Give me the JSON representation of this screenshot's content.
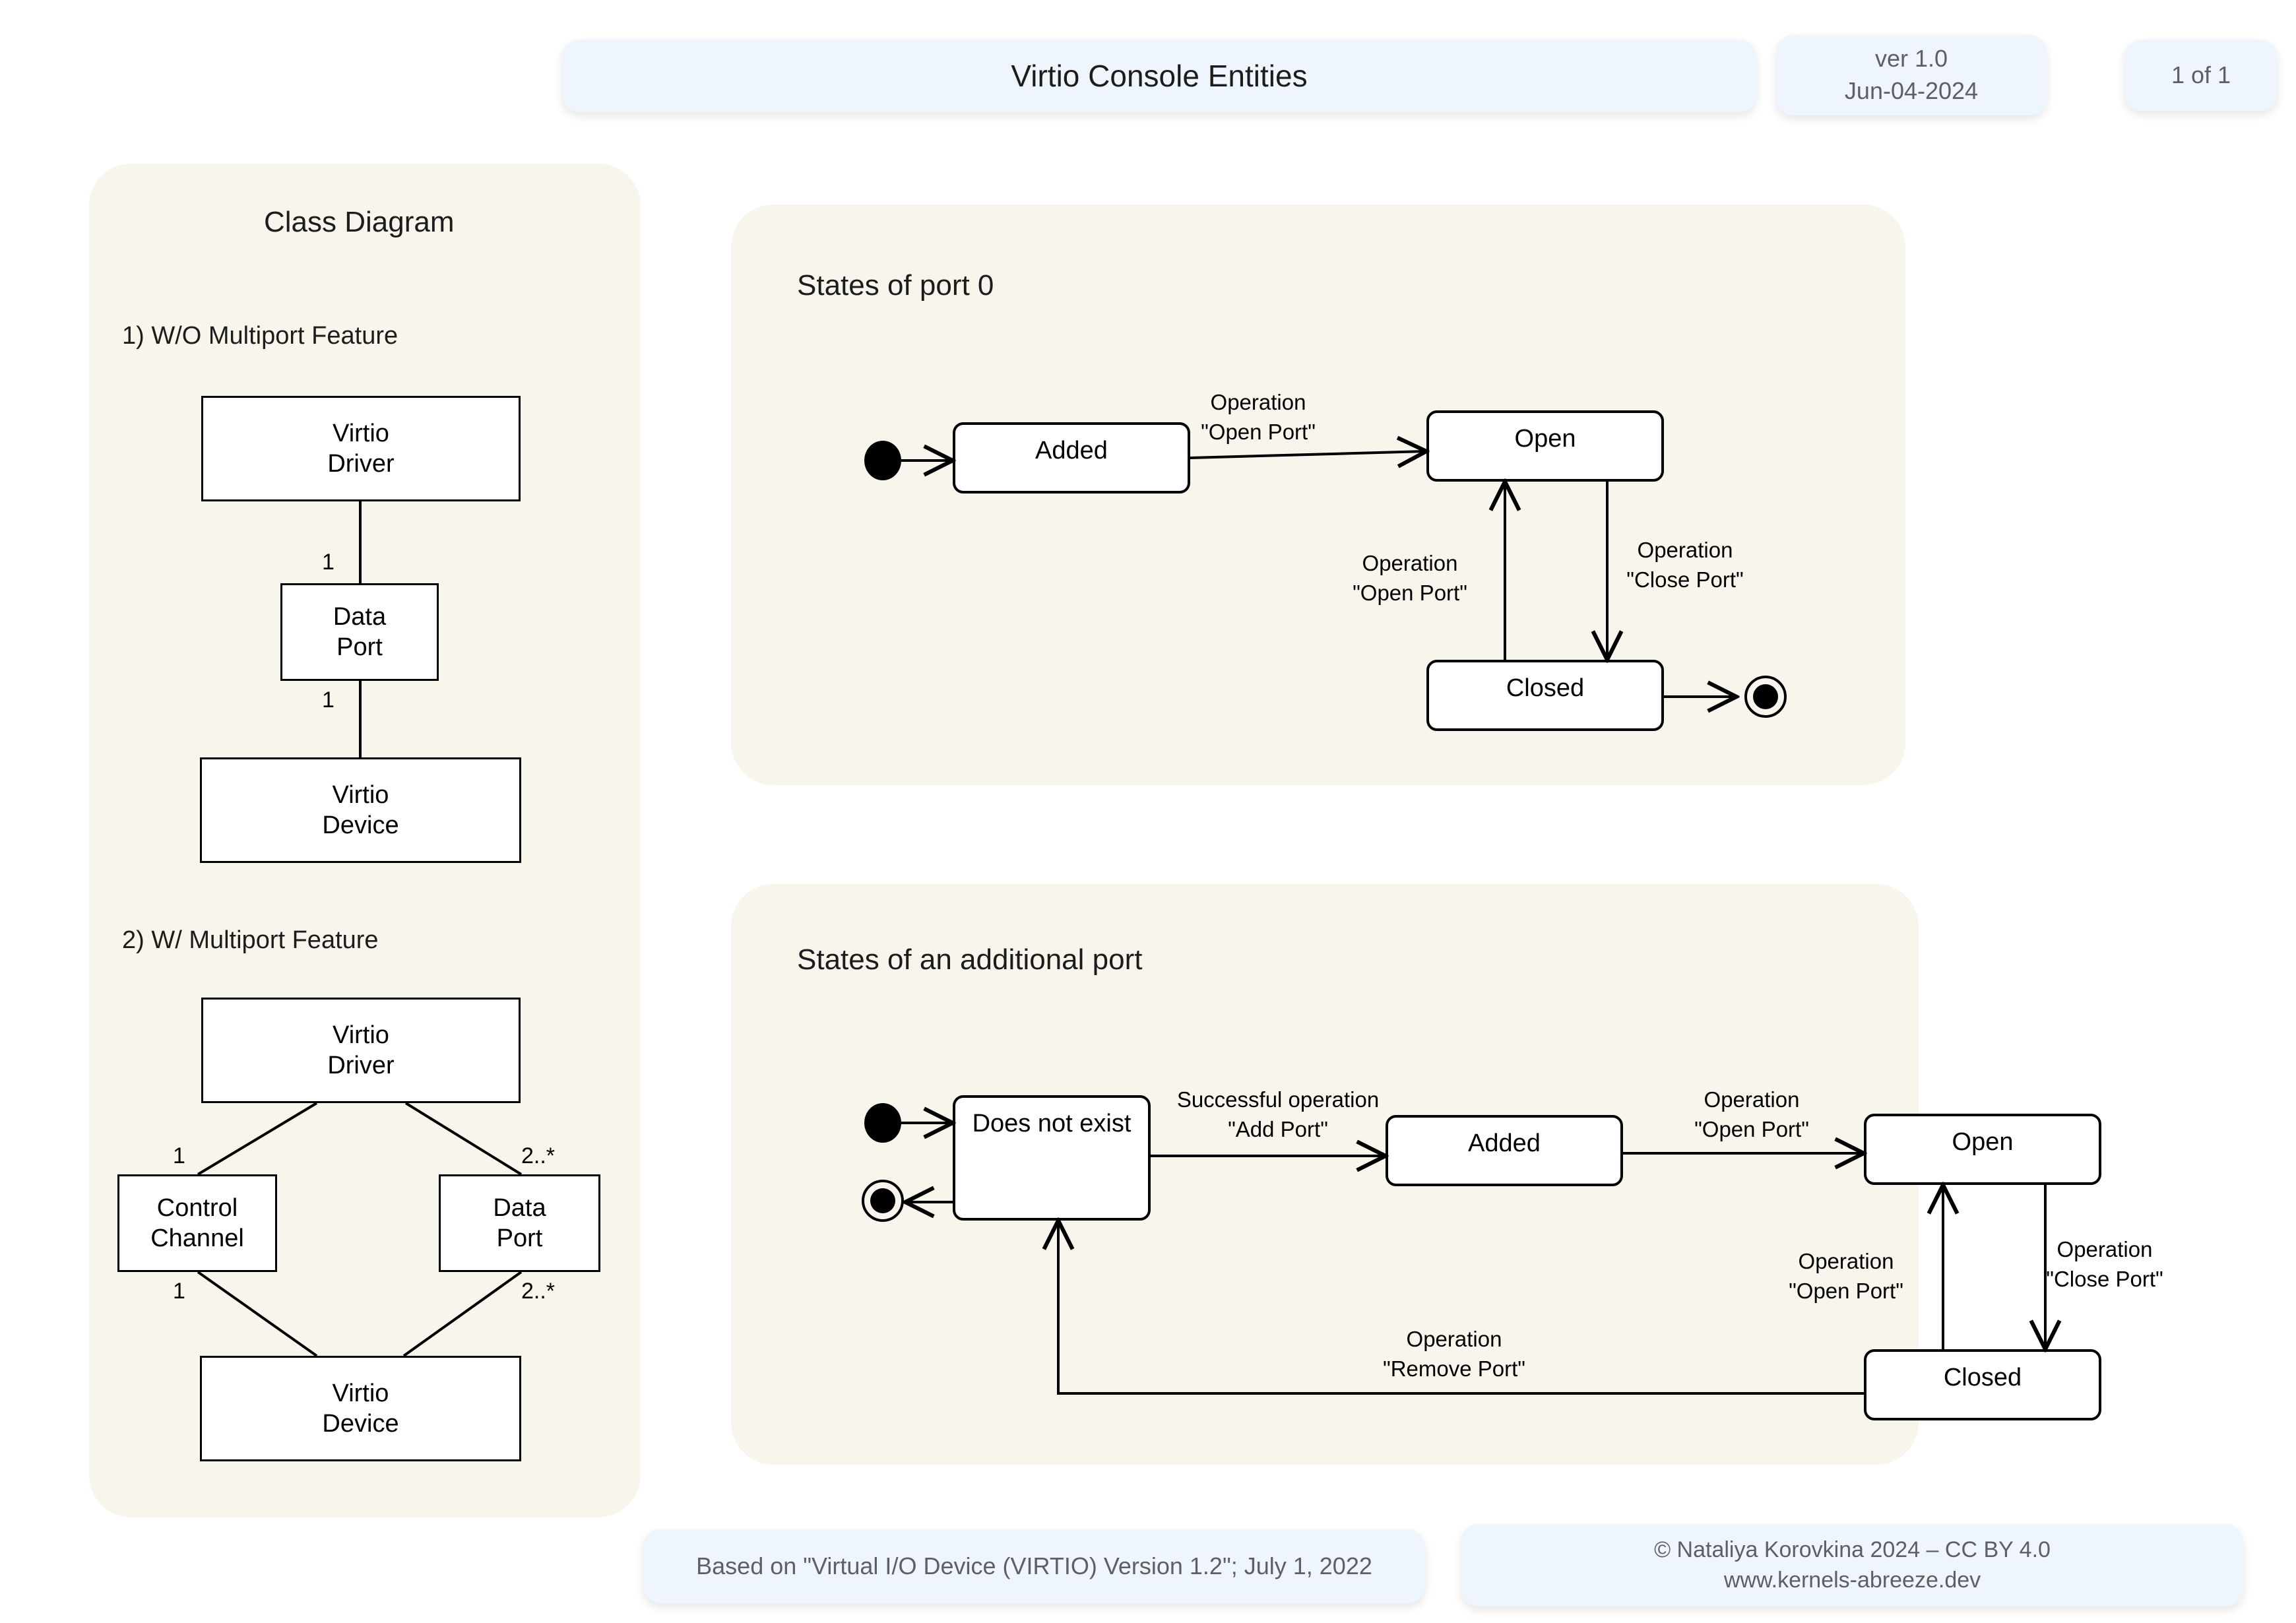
{
  "header": {
    "title": "Virtio Console Entities",
    "version_line1": "ver 1.0",
    "version_line2": "Jun-04-2024",
    "page_indicator": "1 of 1"
  },
  "footer": {
    "source": "Based on \"Virtual I/O Device (VIRTIO) Version 1.2\"; July 1, 2022",
    "copyright_line1": "© Nataliya Korovkina 2024 – CC BY 4.0",
    "copyright_line2": "www.kernels-abreeze.dev"
  },
  "class_panel": {
    "title": "Class Diagram",
    "section1": {
      "label": "1) W/O Multiport Feature",
      "boxes": [
        {
          "line1": "Virtio",
          "line2": "Driver"
        },
        {
          "line1": "Data",
          "line2": "Port"
        },
        {
          "line1": "Virtio",
          "line2": "Device"
        }
      ],
      "multiplicities": [
        "1",
        "1"
      ]
    },
    "section2": {
      "label": "2) W/ Multiport Feature",
      "boxes": [
        {
          "line1": "Virtio",
          "line2": "Driver"
        },
        {
          "line1": "Control",
          "line2": "Channel"
        },
        {
          "line1": "Data",
          "line2": "Port"
        },
        {
          "line1": "Virtio",
          "line2": "Device"
        }
      ],
      "multiplicities": [
        "1",
        "2..*",
        "1",
        "2..*"
      ]
    }
  },
  "states_port0": {
    "title": "States of port 0",
    "states": [
      "Added",
      "Open",
      "Closed"
    ],
    "transitions": [
      {
        "label_line1": "Operation",
        "label_line2": "\"Open Port\""
      },
      {
        "label_line1": "Operation",
        "label_line2": "\"Open Port\""
      },
      {
        "label_line1": "Operation",
        "label_line2": "\"Close Port\""
      }
    ]
  },
  "states_additional": {
    "title": "States of an additional port",
    "states": [
      "Does not exist",
      "Added",
      "Open",
      "Closed"
    ],
    "transitions": [
      {
        "label_line1": "Successful operation",
        "label_line2": "\"Add Port\""
      },
      {
        "label_line1": "Operation",
        "label_line2": "\"Open Port\""
      },
      {
        "label_line1": "Operation",
        "label_line2": "\"Open Port\""
      },
      {
        "label_line1": "Operation",
        "label_line2": "\"Close Port\""
      },
      {
        "label_line1": "Operation",
        "label_line2": "\"Remove Port\""
      }
    ]
  },
  "colors": {
    "chip_bg": "#eff5fc",
    "panel_bg": "#f8f5ec",
    "page_bg": "#ffffff",
    "stroke": "#000000",
    "chip_text": "#5a6066"
  }
}
